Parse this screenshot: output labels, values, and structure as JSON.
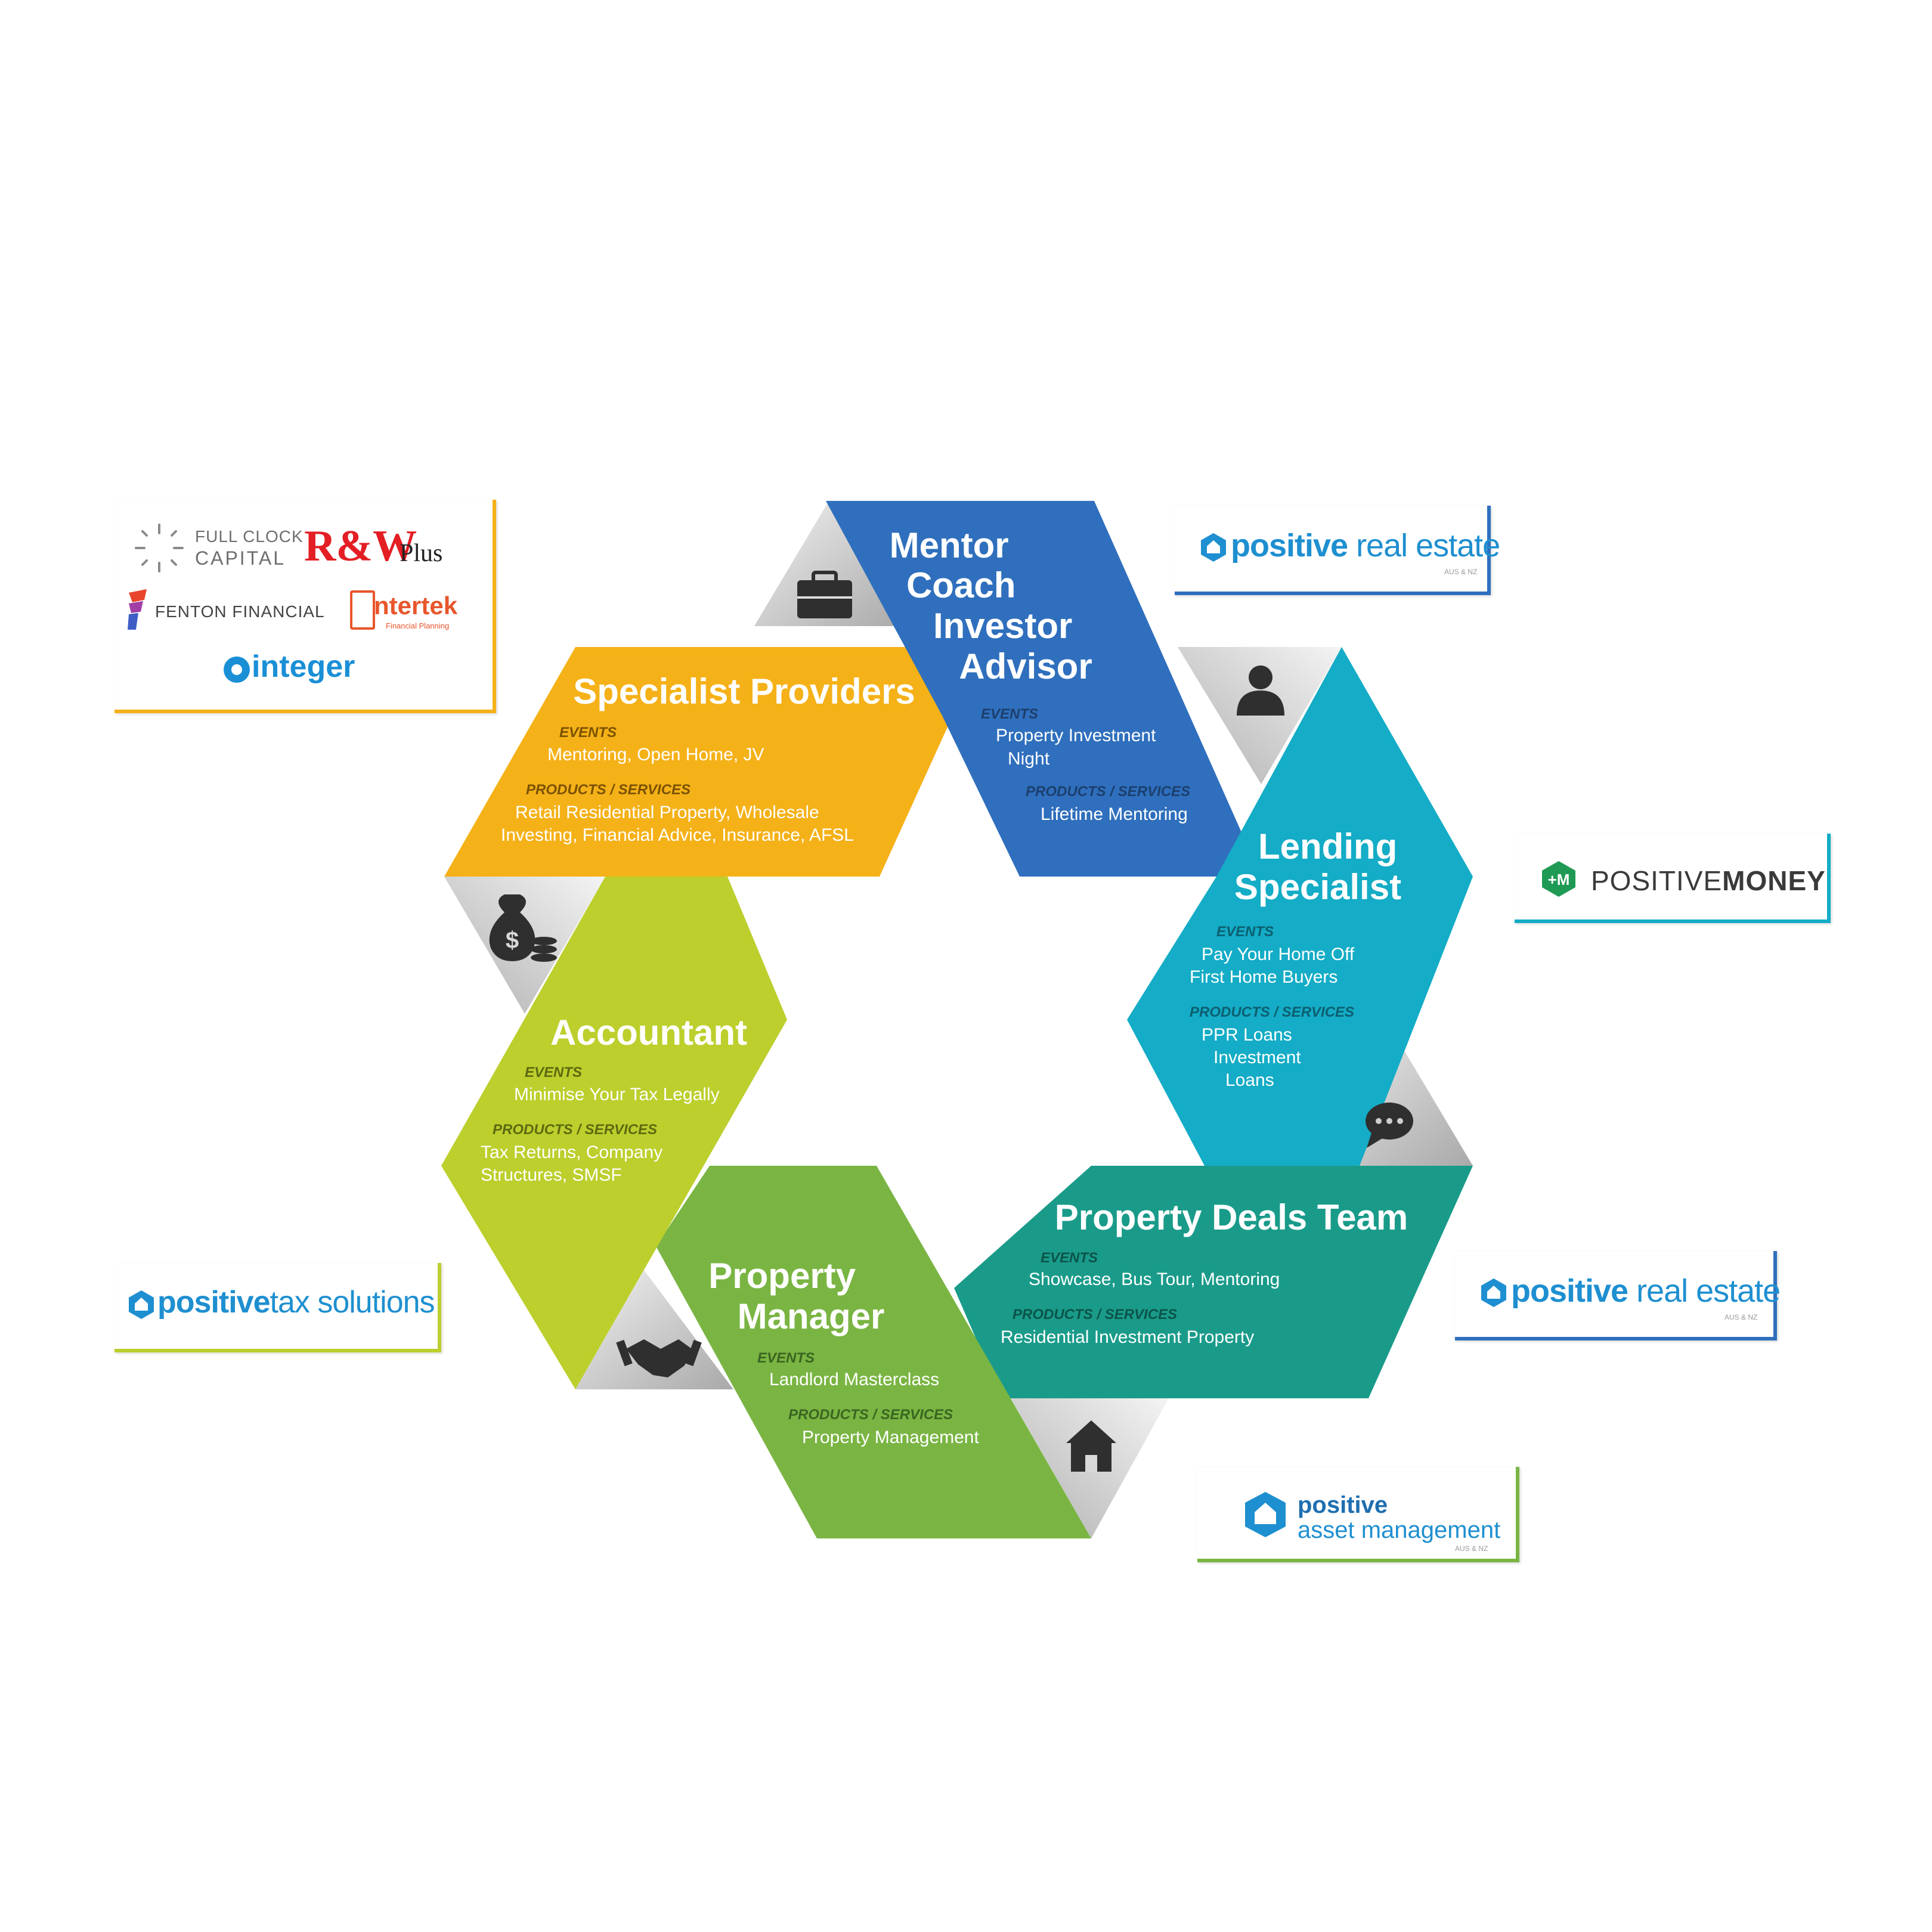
{
  "segments": {
    "mentor": {
      "title": [
        "Mentor",
        "Coach",
        "Investor",
        "Advisor"
      ],
      "events_label": "EVENTS",
      "events": [
        "Property Investment",
        "Night"
      ],
      "products_label": "PRODUCTS / SERVICES",
      "products": [
        "Lifetime Mentoring"
      ],
      "color": "#2f6fbd"
    },
    "lending": {
      "title": [
        "Lending",
        "Specialist"
      ],
      "events_label": "EVENTS",
      "events": [
        "Pay Your Home Off",
        "First Home Buyers"
      ],
      "products_label": "PRODUCTS / SERVICES",
      "products": [
        "PPR Loans",
        "Investment",
        "Loans"
      ],
      "color": "#14acc6"
    },
    "deals": {
      "title": [
        "Property Deals Team"
      ],
      "events_label": "EVENTS",
      "events": [
        "Showcase, Bus Tour, Mentoring"
      ],
      "products_label": "PRODUCTS / SERVICES",
      "products": [
        "Residential Investment Property"
      ],
      "color": "#1a9b8a"
    },
    "manager": {
      "title": [
        "Property",
        "Manager"
      ],
      "events_label": "EVENTS",
      "events": [
        "Landlord Masterclass"
      ],
      "products_label": "PRODUCTS / SERVICES",
      "products": [
        "Property Management"
      ],
      "color": "#7ab543"
    },
    "accountant": {
      "title": [
        "Accountant"
      ],
      "events_label": "EVENTS",
      "events": [
        "Minimise Your Tax Legally"
      ],
      "products_label": "PRODUCTS / SERVICES",
      "products": [
        "Tax Returns, Company",
        "Structures, SMSF"
      ],
      "color": "#bccf2d"
    },
    "specialist": {
      "title": [
        "Specialist Providers"
      ],
      "events_label": "EVENTS",
      "events": [
        "Mentoring, Open Home, JV"
      ],
      "products_label": "PRODUCTS / SERVICES",
      "products": [
        "Retail Residential Property, Wholesale",
        "Investing, Financial Advice, Insurance, AFSL"
      ],
      "color": "#f5b118"
    }
  },
  "icons": [
    "briefcase-icon",
    "person-icon",
    "chat-icon",
    "house-icon",
    "handshake-icon",
    "money-bag-icon"
  ],
  "logos": {
    "partners": {
      "full_clock": [
        "FULL CLOCK",
        "CAPITAL"
      ],
      "rw_main": "R&W",
      "rw_plus": "Plus",
      "fenton": "FENTON FINANCIAL",
      "intertek": "ntertek",
      "intertek_sub": "Financial Planning",
      "integer": "integer",
      "accent": "#f5b118"
    },
    "pre_top": {
      "brand_bold": "positive",
      "brand_light": " real estate",
      "sub": "AUS & NZ",
      "accent": "#2f6fbd"
    },
    "money": {
      "mark": "+M",
      "word_light": "POSITIVE",
      "word_bold": "MONEY",
      "accent": "#14acc6"
    },
    "pre_bottom": {
      "brand_bold": "positive",
      "brand_light": " real estate",
      "sub": "AUS & NZ",
      "accent": "#2f6fbd"
    },
    "pam": {
      "line1": "positive",
      "line2": "asset management",
      "sub": "AUS & NZ",
      "accent": "#7ab543"
    },
    "tax": {
      "brand_bold": "positive",
      "brand_light": "tax solutions",
      "accent": "#bccf2d"
    }
  }
}
